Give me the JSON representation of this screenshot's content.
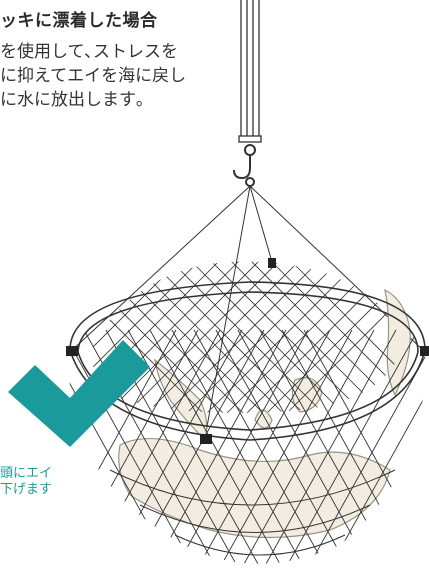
{
  "text": {
    "heading": "ッキに漂着した場合",
    "body_lines": [
      "を使用して､ストレスを",
      "に抑えてエイを海に戻し",
      "に水に放出します｡"
    ],
    "caption_lines": [
      "頭にエイ",
      "下げます"
    ]
  },
  "colors": {
    "teal": "#1a9a9a",
    "net_line": "#333333",
    "ray_fill": "#f2ede0",
    "ray_stroke": "#9a9485"
  },
  "icons": {
    "hook": "crane-hook-icon",
    "check": "checkmark-icon"
  }
}
